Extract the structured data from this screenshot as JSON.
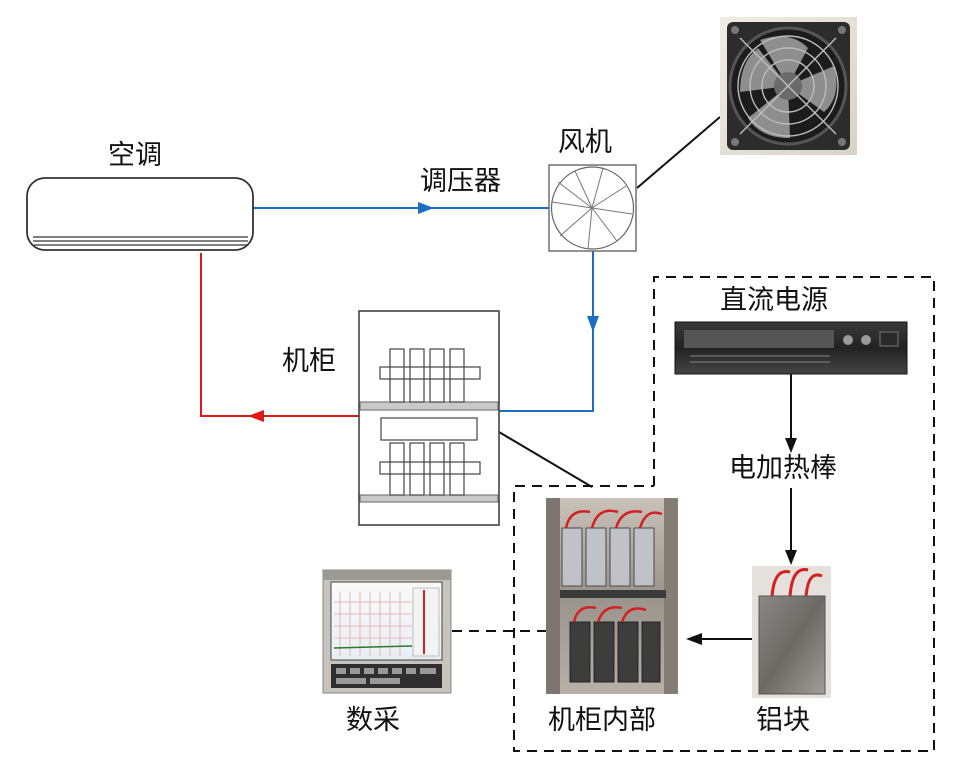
{
  "labels": {
    "air_conditioner": "空调",
    "voltage_regulator": "调压器",
    "fan": "风机",
    "cabinet": "机柜",
    "dc_power_supply": "直流电源",
    "electric_heating_rod": "电加热棒",
    "aluminum_block": "铝块",
    "cabinet_interior": "机柜内部",
    "data_acquisition": "数采"
  },
  "colors": {
    "cold_air": "#1a6fc4",
    "hot_air": "#e01818",
    "line": "#111111"
  }
}
